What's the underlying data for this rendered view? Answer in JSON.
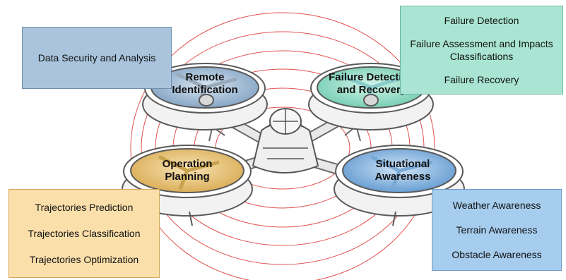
{
  "rotors": [
    {
      "key": "remote",
      "lines": [
        "Remote",
        "Identification"
      ],
      "color": "#9ab6d2"
    },
    {
      "key": "failure",
      "lines": [
        "Failure Detection",
        "and Recovery"
      ],
      "color": "#8fdcc4"
    },
    {
      "key": "planning",
      "lines": [
        "Operation",
        "Planning"
      ],
      "color": "#e9c478"
    },
    {
      "key": "situational",
      "lines": [
        "Situational",
        "Awareness"
      ],
      "color": "#86b6e3"
    }
  ],
  "boxes": {
    "security": {
      "items": [
        "Data Security and Analysis"
      ],
      "color": "#a9c4dc"
    },
    "failure": {
      "items": [
        "Failure Detection",
        "Failure Assessment and Impacts",
        "Classifications",
        "Failure Recovery"
      ],
      "color": "#a9e5d2"
    },
    "trajectories": {
      "items": [
        "Trajectories Prediction",
        "Trajectories Classification",
        "Trajectories Optimization"
      ],
      "color": "#fbdfaa"
    },
    "awareness": {
      "items": [
        "Weather Awareness",
        "Terrain Awareness",
        "Obstacle Awareness"
      ],
      "color": "#a6cdee"
    }
  },
  "rings_color": "#e05050"
}
